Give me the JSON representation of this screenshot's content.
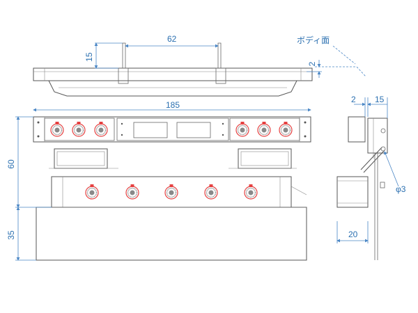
{
  "labels": {
    "body_surface": "ボディ面",
    "dim_62": "62",
    "dim_15_top": "15",
    "dim_2_right": "2",
    "dim_185": "185",
    "dim_60": "60",
    "dim_35": "35",
    "dim_2_side": "2",
    "dim_15_side": "15",
    "dim_phi3": "φ3",
    "dim_20": "20"
  },
  "colors": {
    "dimension": "#2a6fb0",
    "lamp": "#e54040"
  }
}
